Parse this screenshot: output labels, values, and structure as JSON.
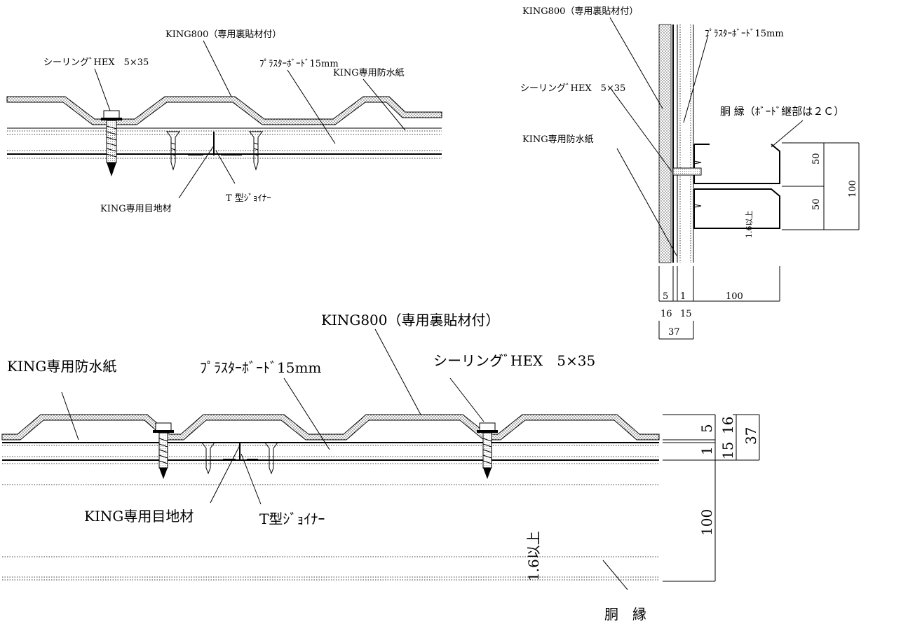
{
  "detail_top_left": {
    "panel": "KING800（専用裏貼材付）",
    "screw": "シーリングﾞHEX　5×35",
    "board": "ﾌﾟﾗｽﾀｰﾎﾞｰﾄﾞ15mm",
    "waterproof_paper": "KING専用防水紙",
    "joint_material": "KING専用目地材",
    "t_joiner": "T 型ｼﾞｮｲﾅｰ"
  },
  "detail_right": {
    "panel": "KING800（専用裏貼材付）",
    "board": "ﾌﾟﾗｽﾀｰﾎﾞｰﾄﾞ15mm",
    "screw": "シーリングﾞHEX　5×35",
    "purlin": "胴 縁（ﾎﾞｰﾄﾞ継部は２Ｃ）",
    "waterproof_paper": "KING専用防水紙",
    "thickness_note": "1.6以上",
    "dims": {
      "upper_flange": "50",
      "lower_flange": "50",
      "total_depth": "100",
      "layer_a": "5",
      "layer_b": "1",
      "purlin_width": "100",
      "panel_thk": "16",
      "board_thk": "15",
      "total_thk": "37"
    }
  },
  "detail_bottom": {
    "panel": "KING800（専用裏貼材付）",
    "waterproof_paper": "KING専用防水紙",
    "board": "ﾌﾟﾗｽﾀｰﾎﾞｰﾄﾞ15mm",
    "screw": "シーリングﾞHEX　5×35",
    "joint_material": "KING専用目地材",
    "t_joiner": "T型ｼﾞｮｲﾅｰ",
    "thickness_note": "1.6以上",
    "purlin": "胴　縁",
    "dims": {
      "layer_a": "5",
      "layer_b": "1",
      "panel_thk": "16",
      "board_thk": "15",
      "total_thk": "37",
      "purlin_depth": "100"
    }
  }
}
